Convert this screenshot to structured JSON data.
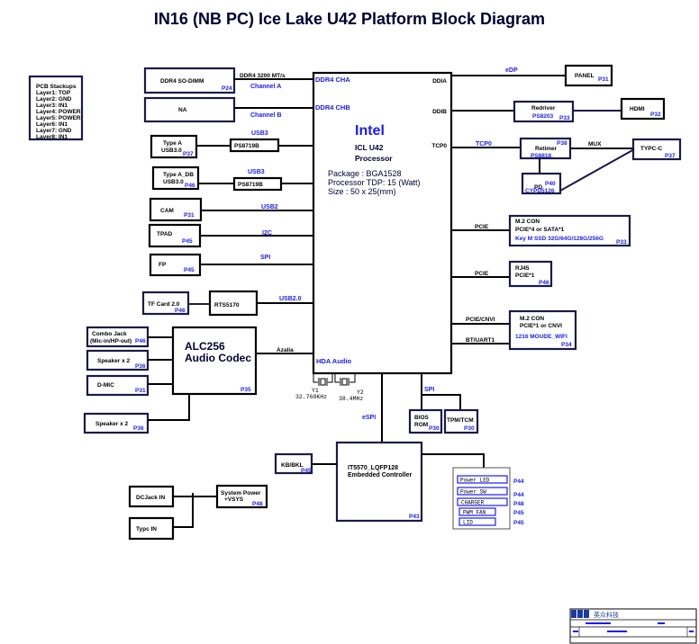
{
  "title": "IN16  (NB PC) Ice Lake U42 Platform Block Diagram",
  "pcb_stackups": {
    "heading": "PCB Stackups",
    "layers": [
      "Layer1: TOP",
      "Layer2: GND",
      "Layer3: IN1",
      "Layer4: POWER",
      "Layer5: POWER",
      "Layer6: IN1",
      "Layer7: GND",
      "Layer8: IN1"
    ]
  },
  "cpu": {
    "brand": "Intel",
    "model": "ICL U42",
    "type": "Processor",
    "package": "Package : BGA1528",
    "tdp": "Processor TDP: 15 (Watt)",
    "size": "Size : 50 x 25(mm)",
    "pins": {
      "ddr4_cha": "DDR4 CHA",
      "ddr4_chb": "DDR4 CHB",
      "hda_audio": "HDA Audio",
      "ddia": "DDIA",
      "ddib": "DDIB",
      "tcp0": "TCP0"
    }
  },
  "memory": {
    "speed": "DDR4 3200 MT/s",
    "sodimm": {
      "label": "DDR4 SO-DIMM",
      "page": "P24",
      "channel": "Channel A"
    },
    "na": {
      "label": "NA",
      "channel": "Channel B"
    }
  },
  "left": {
    "typea": {
      "l1": "Type A",
      "l2": "USB3.0",
      "page": "P37",
      "chip": "PS8719B",
      "bus": "USB3"
    },
    "typea_db": {
      "l1": "Type A_DB",
      "l2": "USB3.0",
      "page": "P46",
      "chip": "PS8719B",
      "bus": "USB3"
    },
    "cam": {
      "label": "CAM",
      "page": "P31",
      "bus": "USB2"
    },
    "tpad": {
      "label": "TPAD",
      "page": "P45",
      "bus": "I2C"
    },
    "fp": {
      "label": "FP",
      "page": "P45",
      "bus": "SPI"
    },
    "tfcard": {
      "label": "TF Card 2.0",
      "page": "P46",
      "chip": "RTS5170",
      "bus": "USB2.0"
    }
  },
  "audio": {
    "codec_l1": "ALC256",
    "codec_l2": "Audio Codec",
    "codec_page": "P35",
    "bus": "Azalia",
    "combo_l1": "Combo Jack",
    "combo_l2": "(Mic-in/HP-out)",
    "combo_page": "P46",
    "spk1": "Speaker x 2",
    "spk1_page": "P36",
    "dmic": "D-MIC",
    "dmic_page": "P31",
    "spk2": "Speaker x 2",
    "spk2_page": "P36"
  },
  "crystals": {
    "y1": "Y1",
    "y1_freq": "32.768KHz",
    "y2": "Y2",
    "y2_freq": "38.4MHz"
  },
  "right": {
    "edp": "eDP",
    "panel": {
      "label": "PANEL",
      "page": "P31"
    },
    "redriver": {
      "l1": "Redriver",
      "l2": "PS8203",
      "page": "P33"
    },
    "hdmi": {
      "label": "HDMI",
      "page": "P32"
    },
    "tcp0": "TCP0",
    "retimer": {
      "l1": "Retimer",
      "l2": "PS8818",
      "page": "P38"
    },
    "mux": "MUX",
    "typec": {
      "label": "TYPC-C",
      "page": "P37"
    },
    "pd": {
      "l1": "PD",
      "l2": "CYPD5126",
      "page": "P40"
    },
    "ssd": {
      "bus": "PCIE",
      "l1": "M.2 CON",
      "l2": "PCIE*4 or SATA*1",
      "l3": "Key M SSD 32G/64G/128G/256G",
      "page": "P33"
    },
    "rj45": {
      "bus": "PCIE",
      "l1": "RJ45",
      "l2": "PCIE*1",
      "page": "P46"
    },
    "wifi": {
      "bus1": "PCIE/CNVI",
      "bus2": "BT/UART1",
      "l1": "M.2 CON",
      "l2": "PCIE*1 or CNVI",
      "l3": "1216 MOUDE_WIFI",
      "page": "P34"
    }
  },
  "bottom": {
    "spi": "SPI",
    "espi": "eSPI",
    "bios": {
      "l1": "BIOS",
      "l2": "ROM",
      "page": "P30"
    },
    "tpm": {
      "label": "TPM/TCM",
      "page": "P30"
    },
    "ec": {
      "l1": "IT5570_LQFP128",
      "l2": "Embedded  Controller",
      "page": "P43"
    },
    "kb": {
      "label": "KB/BKL",
      "page": "P45"
    },
    "ec_items": [
      {
        "label": "Power LED",
        "page": "P44"
      },
      {
        "label": "Power SW",
        "page": "P44"
      },
      {
        "label": "CHARGER",
        "page": "P48"
      },
      {
        "label": "PWM FAN",
        "page": "P45"
      },
      {
        "label": "LID",
        "page": "P45"
      }
    ]
  },
  "power": {
    "dcjack": "DCJack IN",
    "typc": "Typc IN",
    "sys_l1": "System Power",
    "sys_l2": "+VSYS",
    "sys_page": "P48"
  },
  "titleblock": {
    "company": "英众科技"
  }
}
